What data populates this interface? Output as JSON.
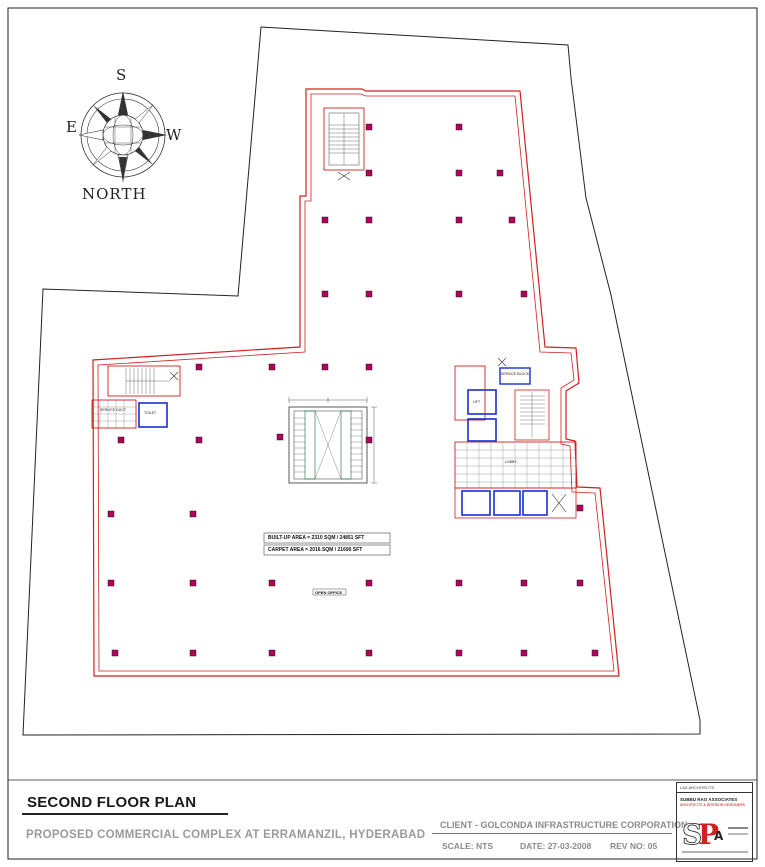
{
  "drawing": {
    "title": "SECOND FLOOR PLAN",
    "subtitle": "PROPOSED COMMERCIAL COMPLEX AT ERRAMANZIL, HYDERABAD",
    "client": "CLIENT - GOLCONDA INFRASTRUCTURE CORPORATION",
    "scale": "SCALE: NTS",
    "date": "DATE: 27-03-2008",
    "rev": "REV NO: 05"
  },
  "compass": {
    "north_label": "NORTH",
    "s": "S",
    "e": "E",
    "w": "W"
  },
  "areas": {
    "built_up": "BUILT-UP AREA = 2310 SQM / 24851 SFT",
    "carpet": "CARPET AREA = 2016 SQM / 21690 SFT",
    "open_office": "OPEN OFFICE"
  },
  "rooms": {
    "left_service": "SERVICE DUCT",
    "left_toilet": "TOILET",
    "right_service": "SERVICE BLOCK",
    "lobby": "LOBBY",
    "lift": "LIFT"
  },
  "title_block": {
    "top_note": "LAS ARCHITECTS",
    "firm": "SUBBU RAO ASSOCIATES",
    "firm_sub": "ARCHITECTS & INTERIOR DESIGNERS"
  },
  "colors": {
    "wall": "#d02020",
    "column": "#b0005a",
    "core": "#1a2fd0",
    "boundary": "#222222"
  }
}
